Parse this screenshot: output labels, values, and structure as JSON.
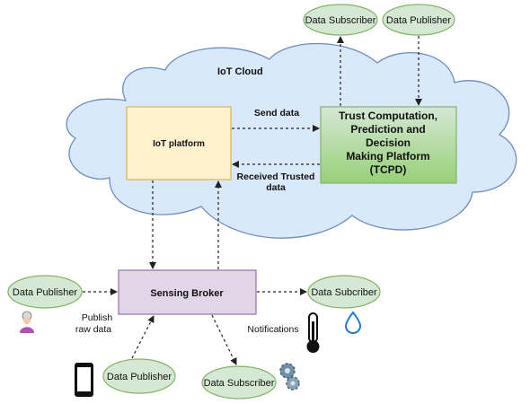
{
  "colors": {
    "cloud_fill": "#dae8fc",
    "cloud_stroke": "#6c8ebf",
    "ellipse_fill": "#d5e8d4",
    "ellipse_stroke": "#82b366",
    "iot_platform_fill": "#fff2cc",
    "iot_platform_stroke": "#d6b656",
    "tcpd_fill_top": "#d5e8d4",
    "tcpd_fill_bottom": "#97d077",
    "tcpd_stroke": "#82b366",
    "broker_fill": "#e1d5e7",
    "broker_stroke": "#9673a6"
  },
  "cloud": {
    "label": "IoT Cloud"
  },
  "iot_platform": {
    "label": "IoT platform"
  },
  "tcpd": {
    "lines": [
      "Trust Computation,",
      "Prediction and",
      "Decision",
      "Making Platform",
      "(TCPD)"
    ]
  },
  "sensing_broker": {
    "label": "Sensing Broker"
  },
  "nodes": {
    "top_subscriber": "Data Subscriber",
    "top_publisher": "Data Publisher",
    "left_publisher": "Data Publisher",
    "right_subscriber": "Data Subcriber",
    "bottom_publisher": "Data Publisher",
    "bottom_subscriber": "Data Subscriber"
  },
  "edges": {
    "send_data": "Send data",
    "received_trusted": [
      "Received Trusted",
      "data"
    ],
    "publish_raw": [
      "Publish",
      "raw data"
    ],
    "notifications": "Notifications"
  },
  "icons": [
    "person-icon",
    "smartphone-icon",
    "thermometer-icon",
    "water-drop-icon",
    "gears-icon"
  ]
}
